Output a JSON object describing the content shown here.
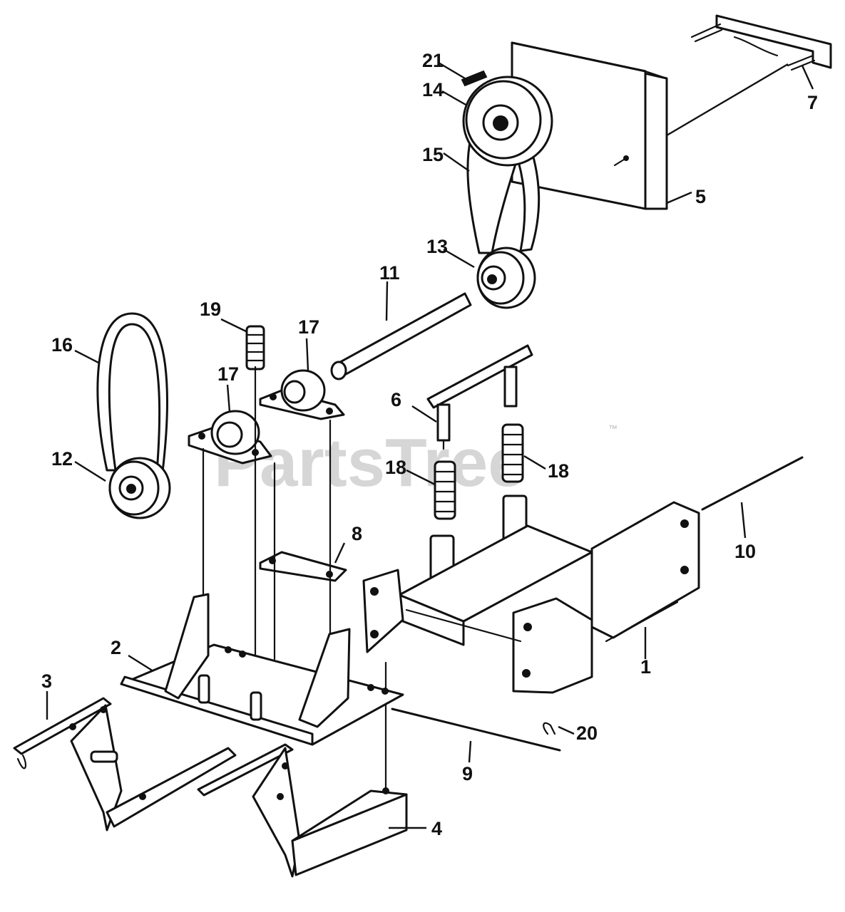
{
  "watermark": {
    "text": "PartsTree",
    "trademark": "™"
  },
  "callouts": {
    "c1": "1",
    "c2": "2",
    "c3": "3",
    "c4": "4",
    "c5": "5",
    "c6": "6",
    "c7": "7",
    "c8": "8",
    "c9": "9",
    "c10": "10",
    "c11": "11",
    "c12": "12",
    "c13": "13",
    "c14": "14",
    "c15": "15",
    "c16": "16",
    "c17a": "17",
    "c17b": "17",
    "c18a": "18",
    "c18b": "18",
    "c19": "19",
    "c20": "20",
    "c21": "21"
  }
}
